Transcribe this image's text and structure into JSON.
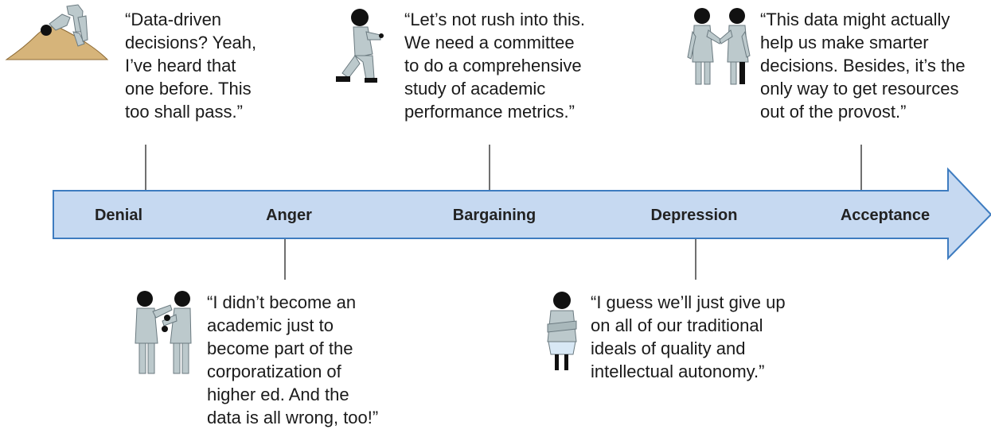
{
  "colors": {
    "arrow_fill": "#c6d9f1",
    "arrow_stroke": "#3e7cc0",
    "connector": "#222222",
    "figure_body": "#bcc9cc",
    "figure_outline": "#6b7a80",
    "figure_head": "#111111",
    "sand": "#d6b47a"
  },
  "stages": [
    {
      "label": "Denial",
      "icon": "head-in-sand-figure-icon",
      "quote_lines": [
        "“Data-driven",
        "decisions? Yeah,",
        "I’ve heard that",
        "one before. This",
        "too shall pass.”"
      ]
    },
    {
      "label": "Anger",
      "icon": "two-figures-arguing-icon",
      "quote_lines": [
        "“I didn’t become an",
        "academic just to",
        "become part of the",
        "corporatization of",
        "higher ed. And the",
        "data is all wrong, too!”"
      ]
    },
    {
      "label": "Bargaining",
      "icon": "kneeling-figure-icon",
      "quote_lines": [
        "“Let’s not rush into this.",
        "We need a committee",
        "to do a comprehensive",
        "study of academic",
        "performance metrics.”"
      ]
    },
    {
      "label": "Depression",
      "icon": "figure-arms-crossed-icon",
      "quote_lines": [
        "“I guess we’ll just give up",
        "on all of our traditional",
        "ideals of quality and",
        "intellectual autonomy.”"
      ]
    },
    {
      "label": "Acceptance",
      "icon": "two-figures-handshake-icon",
      "quote_lines": [
        "“This data might actually",
        "help us make smarter",
        "decisions. Besides, it’s the",
        "only way to get resources",
        "out of the provost.”"
      ]
    }
  ]
}
